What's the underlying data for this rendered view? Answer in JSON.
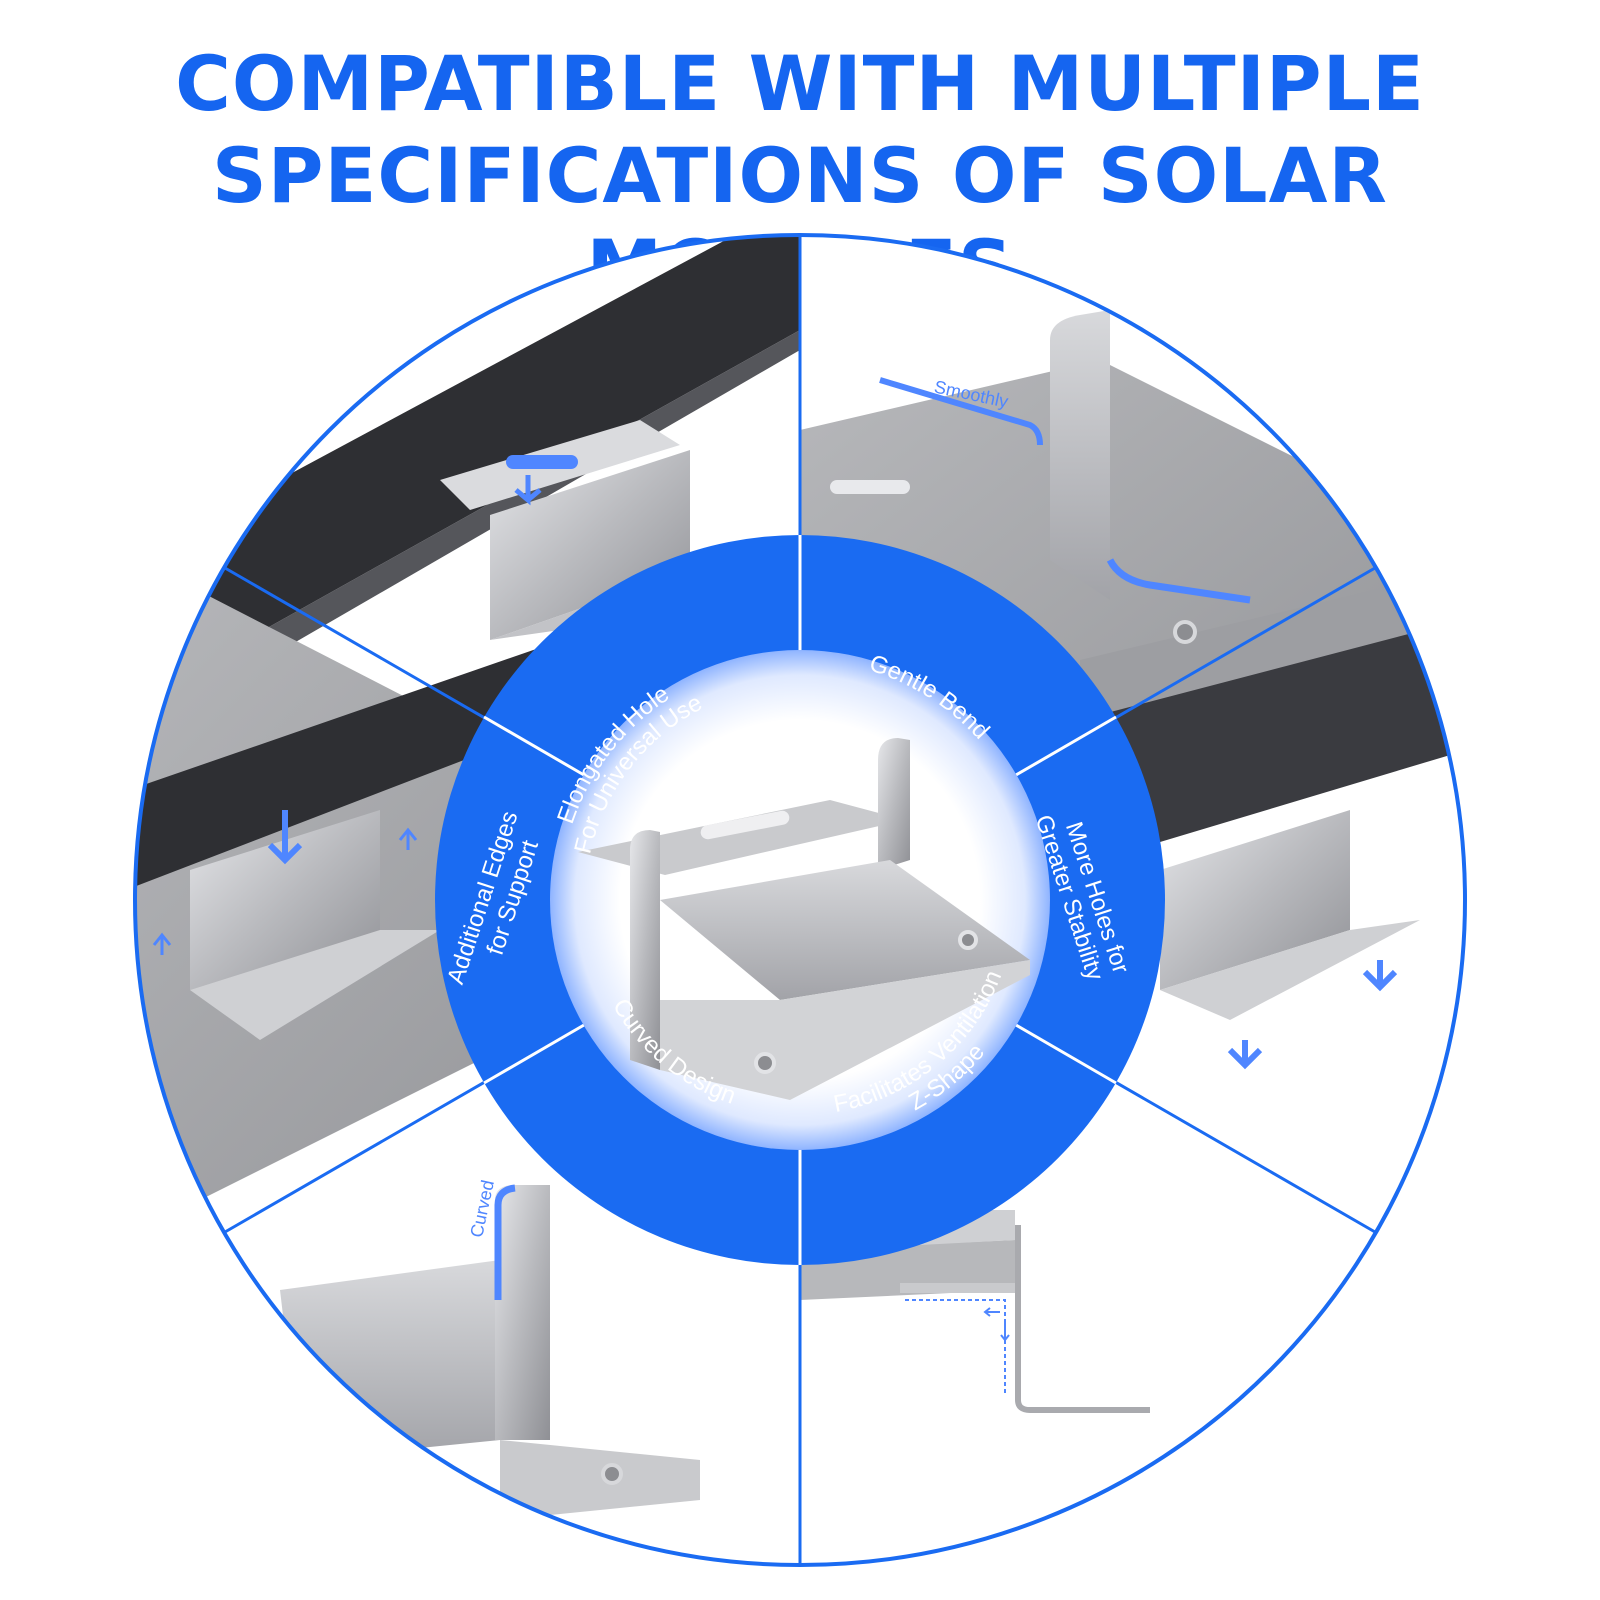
{
  "headline": {
    "line1": "COMPATIBLE WITH MULTIPLE",
    "line2": "SPECIFICATIONS OF SOLAR MODULES"
  },
  "colors": {
    "brand_blue": "#1565f0",
    "ring_blue": "#1a6bf2",
    "metal": "#c8c9cc",
    "frame_dark": "#2e2f33"
  },
  "features": [
    {
      "id": "elongated",
      "line1": "Elongated Hole",
      "line2": "For Universal Use"
    },
    {
      "id": "gentle",
      "line1": "Gentle Bend",
      "line2": ""
    },
    {
      "id": "holes",
      "line1": "More Holes for",
      "line2": "Greater Stability"
    },
    {
      "id": "zshape",
      "line1": "Z-Shape",
      "line2": "Facilitates Ventilation"
    },
    {
      "id": "curved",
      "line1": "Curved Design",
      "line2": ""
    },
    {
      "id": "edges",
      "line1": "Additional Edges",
      "line2": "for Support"
    }
  ],
  "callouts": {
    "smoothly": "Smoothly",
    "curved": "Curved"
  },
  "icons": [
    "arrow-down-icon",
    "arrow-up-icon",
    "bracket-illustration"
  ]
}
